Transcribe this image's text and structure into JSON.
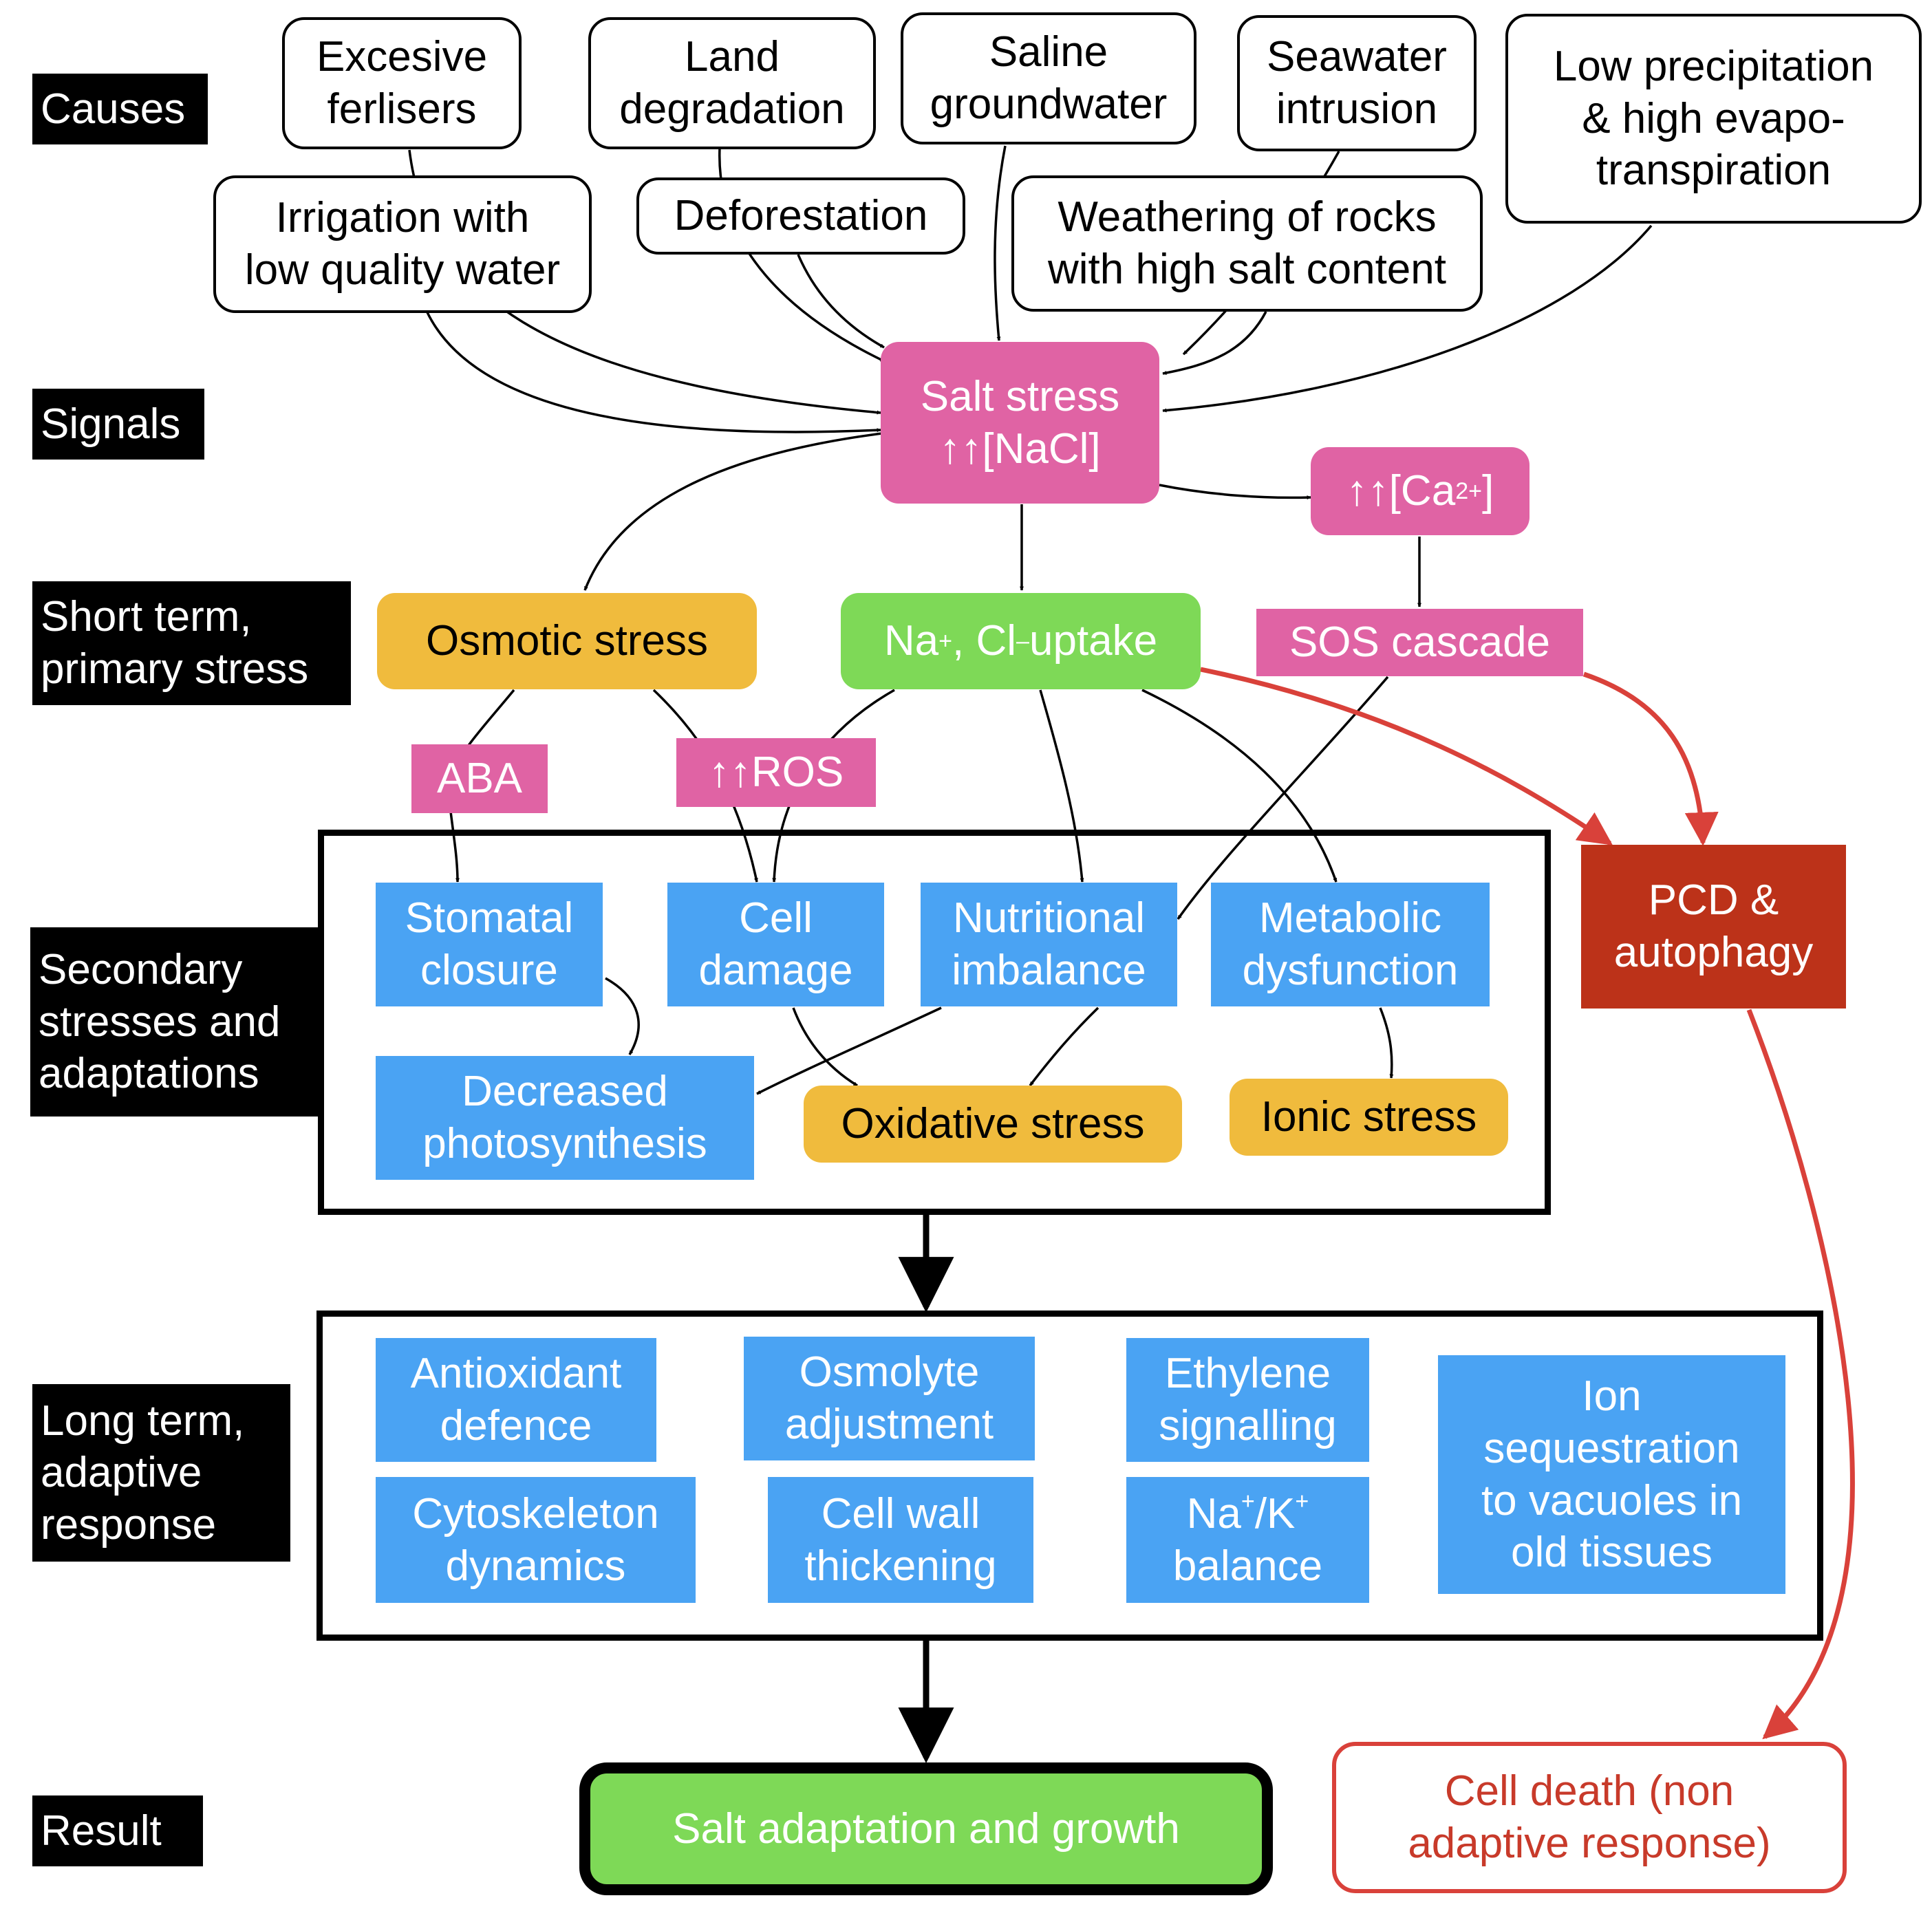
{
  "rows": {
    "causes": "Causes",
    "signals": "Signals",
    "primary": "Short term,\nprimary stress",
    "secondary": "Secondary\nstresses and\nadaptations",
    "longterm": "Long term,\nadaptive\nresponse",
    "result": "Result"
  },
  "causes": {
    "fertilisers": "Excesive\nferlisers",
    "land": "Land\ndegradation",
    "groundwater": "Saline\ngroundwater",
    "seawater": "Seawater\nintrusion",
    "precipitation": "Low precipitation\n& high evapo-\ntranspiration",
    "irrigation": "Irrigation with\nlow quality water",
    "deforestation": "Deforestation",
    "weathering": "Weathering of rocks\nwith high salt content"
  },
  "signals": {
    "salt_stress_1": "Salt stress",
    "salt_stress_2": "↑↑[NaCl]",
    "calcium_prefix": "↑↑[Ca",
    "calcium_sup": "2+",
    "calcium_suffix": "]"
  },
  "primary": {
    "osmotic": "Osmotic stress",
    "uptake_na": "Na",
    "uptake_na_sup": "+",
    "uptake_cl": ", Cl",
    "uptake_cl_sup": "–",
    "uptake_rest": " uptake",
    "sos": "SOS cascade"
  },
  "mediators": {
    "aba": "ABA",
    "ros": "↑↑ROS"
  },
  "secondary": {
    "stomatal": "Stomatal\nclosure",
    "cell_damage": "Cell\ndamage",
    "nutritional": "Nutritional\nimbalance",
    "metabolic": "Metabolic\ndysfunction",
    "photosynthesis": "Decreased\nphotosynthesis",
    "oxidative": "Oxidative stress",
    "ionic": "Ionic stress"
  },
  "pcd": "PCD &\nautophagy",
  "longterm": {
    "antioxidant": "Antioxidant\ndefence",
    "osmolyte": "Osmolyte\nadjustment",
    "ethylene": "Ethylene\nsignalling",
    "ion_seq": "Ion\nsequestration\nto vacuoles in\nold tissues",
    "cytoskeleton": "Cytoskeleton\ndynamics",
    "cellwall": "Cell wall\nthickening",
    "nak_na": "Na",
    "nak_sup1": "+",
    "nak_mid": "/K",
    "nak_sup2": "+",
    "nak_rest": "\nbalance"
  },
  "results": {
    "adaptation": "Salt adaptation and growth",
    "death": "Cell death (non\nadaptive response)"
  },
  "colors": {
    "pink": "#e063a4",
    "yellow": "#f0bb3d",
    "green": "#7ed957",
    "blue": "#4aa3f3",
    "pcd_red": "#bc3219",
    "arrow_red": "#d9413a",
    "label_black": "#000000"
  }
}
